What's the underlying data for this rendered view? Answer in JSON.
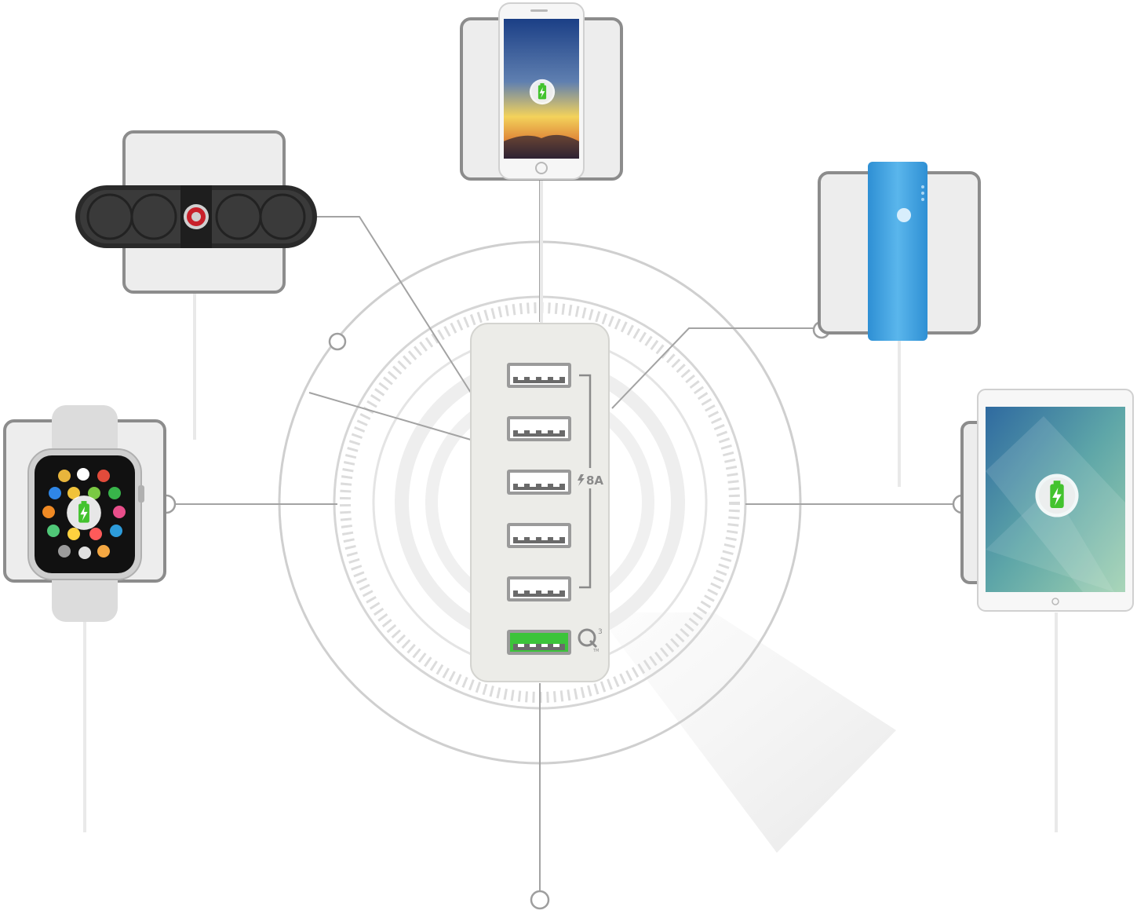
{
  "hub": {
    "total_current_label": "8A",
    "usb_port_count": 6,
    "quick_charge_port_index": 5,
    "quick_charge_badge": "3",
    "trademark_mark": "TM",
    "colors": {
      "body": "#ecece8",
      "body_edge": "#d4d4d0",
      "port_standard": "#ffffff",
      "port_qc": "#3cc43a",
      "bracket": "#8a8a8a"
    }
  },
  "devices": [
    {
      "name": "phone",
      "icon": "smartphone-icon",
      "charging": true
    },
    {
      "name": "speaker",
      "icon": "pill-speaker-icon",
      "charging": false
    },
    {
      "name": "power-bank",
      "icon": "power-bank-icon",
      "charging": false,
      "color": "#4aa8e0"
    },
    {
      "name": "watch",
      "icon": "smartwatch-icon",
      "charging": true
    },
    {
      "name": "tablet",
      "icon": "tablet-icon",
      "charging": true
    }
  ],
  "colors": {
    "charging_green": "#43c32e",
    "line": "#9a9a9a",
    "ring": "#d8d8d8",
    "frame": "#8a8a8a"
  }
}
